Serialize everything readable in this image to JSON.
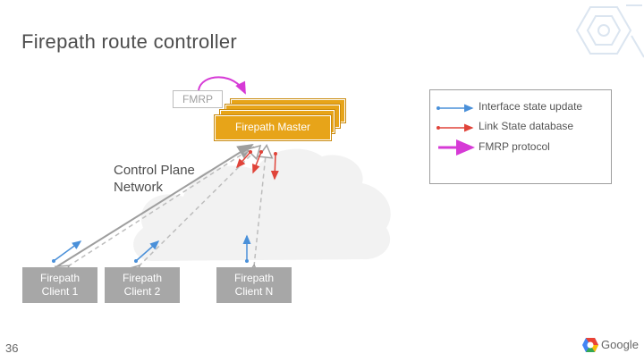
{
  "slide": {
    "title": "Firepath route controller",
    "page_number": "36"
  },
  "diagram": {
    "master_label": "Firepath Master",
    "fmrp_label": "FMRP",
    "network_label_line1": "Control Plane",
    "network_label_line2": "Network",
    "clients": [
      {
        "line1": "Firepath",
        "line2": "Client 1"
      },
      {
        "line1": "Firepath",
        "line2": "Client 2"
      },
      {
        "line1": "Firepath",
        "line2": "Client N"
      }
    ]
  },
  "legend": {
    "items": [
      {
        "label": "Interface state update",
        "color": "#4a90d9"
      },
      {
        "label": "Link State database",
        "color": "#e0443a"
      },
      {
        "label": "FMRP protocol",
        "color": "#d63ad6"
      }
    ]
  },
  "branding": {
    "logo_text": "Google"
  },
  "colors": {
    "master": "#e7a419",
    "client": "#a7a7a7",
    "cloud": "#f2f2f2",
    "interface_arrow": "#4a90d9",
    "lsdb_arrow": "#e0443a",
    "fmrp_arrow": "#d63ad6"
  }
}
